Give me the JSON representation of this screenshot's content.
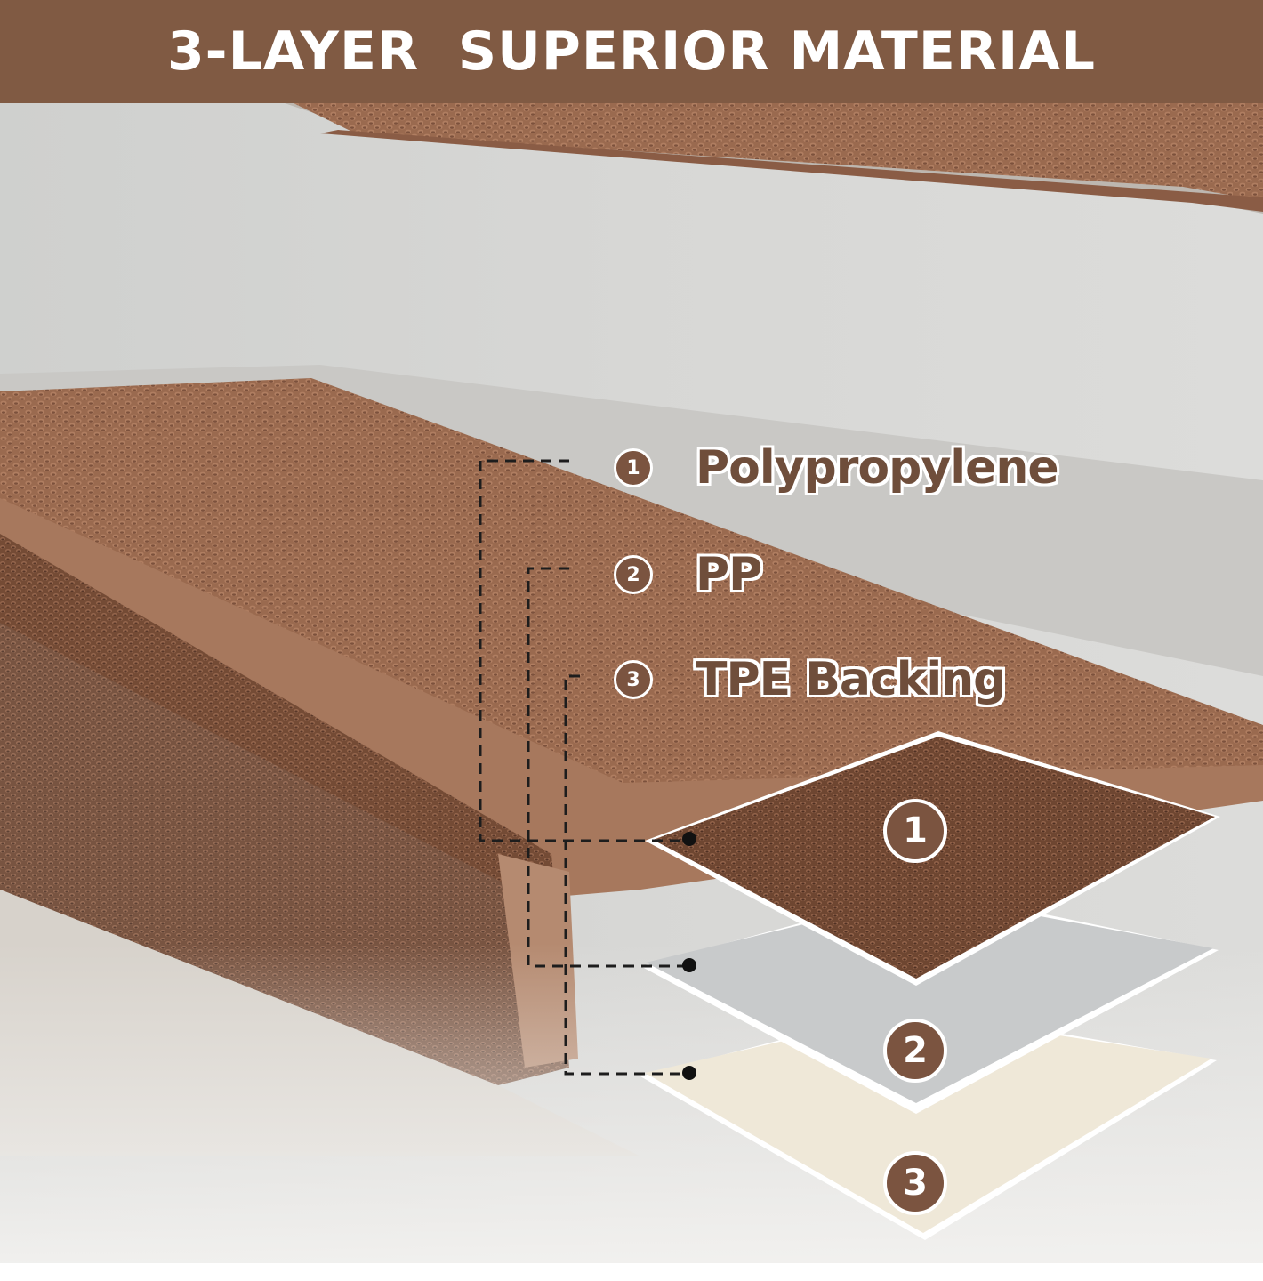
{
  "banner": {
    "title": "3-LAYER  SUPERIOR MATERIAL",
    "color": "#805a43"
  },
  "labels": [
    {
      "badge": "1",
      "text": "Polypropylene"
    },
    {
      "badge": "2",
      "text": "PP"
    },
    {
      "badge": "3",
      "text": "TPE Backing"
    }
  ],
  "layer_badges": [
    "1",
    "2",
    "3"
  ],
  "colors": {
    "carpet": "#9a6a4f",
    "carpet_dark": "#6e4631",
    "pp_layer": "#c8cacb",
    "tpe_layer": "#efe8d8",
    "accent": "#7b5440"
  }
}
